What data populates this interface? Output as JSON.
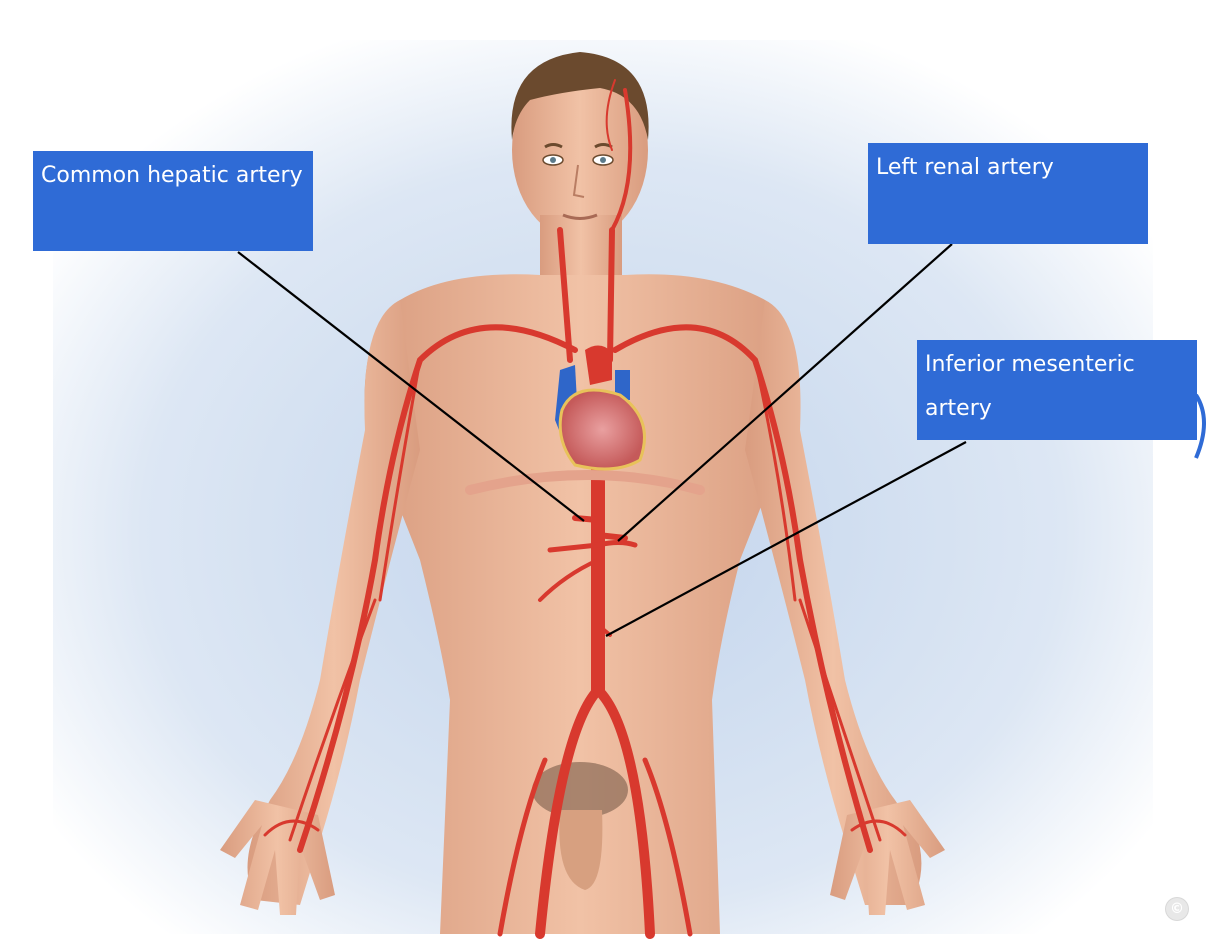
{
  "labels": {
    "common_hepatic": "Common hepatic artery",
    "left_renal": "Left renal artery",
    "inferior_mesenteric": "Inferior mesenteric artery"
  },
  "copyright_symbol": "©",
  "colors": {
    "label_bg": "#2f6bd6",
    "artery": "#d8392e",
    "vein": "#2f66c9",
    "skin": "#e8b396",
    "backdrop": "#c9d9ee"
  }
}
